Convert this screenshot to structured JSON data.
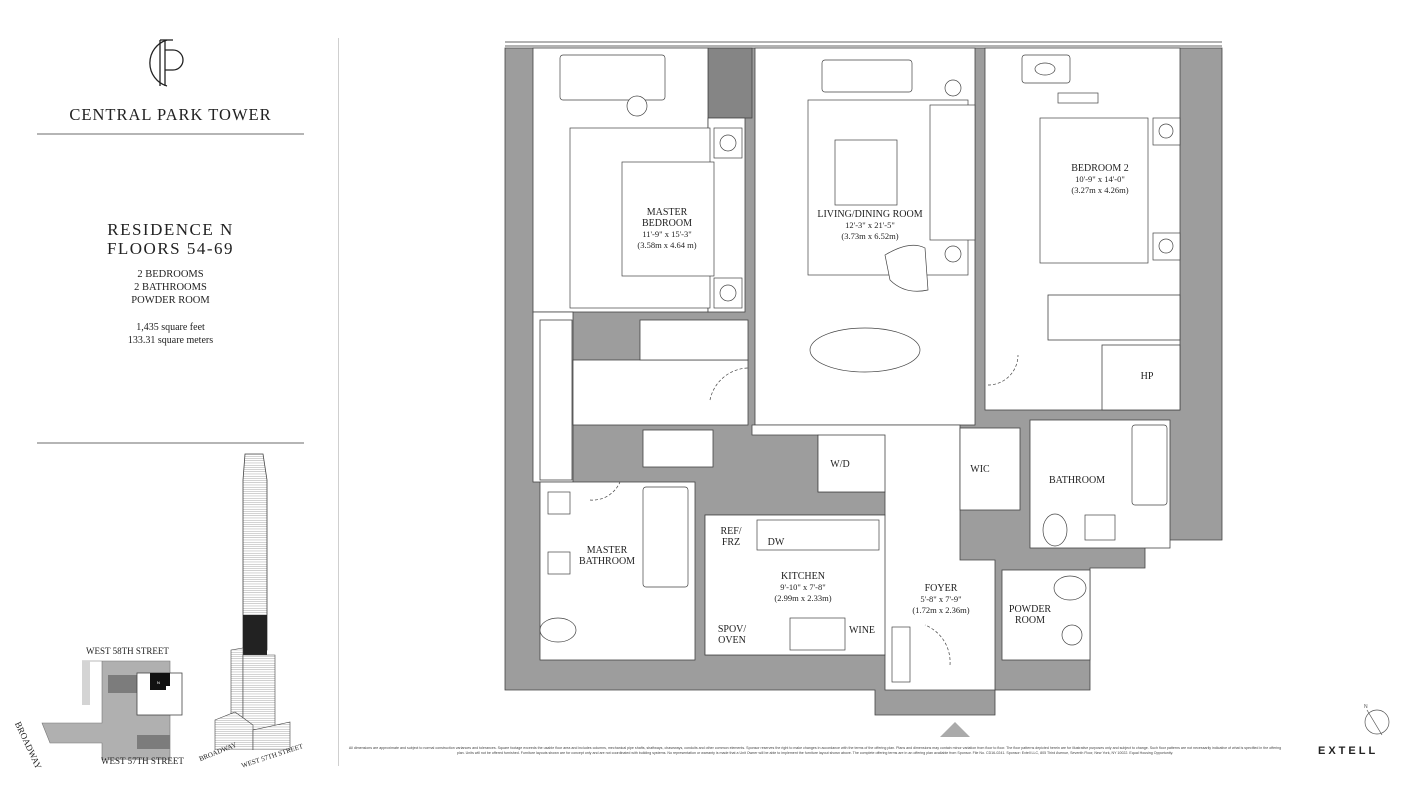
{
  "brand": {
    "name": "CENTRAL PARK TOWER",
    "logo_icon": "cpt-monogram"
  },
  "residence": {
    "title": "RESIDENCE N",
    "floors": "FLOORS 54-69",
    "rooms": [
      "2 BEDROOMS",
      "2 BATHROOMS",
      "POWDER ROOM"
    ],
    "area_sqft": "1,435 square feet",
    "area_sqm": "133.31 square meters"
  },
  "site_map": {
    "streets": {
      "north": "WEST 58TH STREET",
      "south": "WEST 57TH STREET",
      "west": "BROADWAY"
    },
    "unit_marker": "N"
  },
  "tower": {
    "street_broadway": "BROADWAY",
    "street_57": "WEST 57TH STREET"
  },
  "colors": {
    "wall": "#9d9d9d",
    "dark_wall": "#7a7a7a",
    "highlight": "#1a1a1a"
  },
  "plan": {
    "rooms": [
      {
        "name": "MASTER BEDROOM",
        "dims": "11'-9\" x 15'-3\"",
        "dims_m": "(3.58m x 4.64 m)"
      },
      {
        "name": "LIVING/DINING ROOM",
        "dims": "12'-3\" x 21'-5\"",
        "dims_m": "(3.73m x 6.52m)"
      },
      {
        "name": "BEDROOM 2",
        "dims": "10'-9\" x 14'-0\"",
        "dims_m": "(3.27m x 4.26m)"
      },
      {
        "name": "KITCHEN",
        "dims": "9'-10\" x 7'-8\"",
        "dims_m": "(2.99m x 2.33m)"
      },
      {
        "name": "FOYER",
        "dims": "5'-8\" x 7'-9\"",
        "dims_m": "(1.72m x 2.36m)"
      }
    ],
    "labels": {
      "master_bath_1": "MASTER",
      "master_bath_2": "BATHROOM",
      "bathroom": "BATHROOM",
      "powder_1": "POWDER",
      "powder_2": "ROOM",
      "wic": "WIC",
      "wd": "W/D",
      "hp": "HP",
      "ref_1": "REF/",
      "ref_2": "FRZ",
      "dw": "DW",
      "spov_1": "SPOV/",
      "spov_2": "OVEN",
      "wine": "WINE"
    }
  },
  "footer": {
    "disclaimer": "All dimensions are approximate and subject to normal construction variances and tolerances. Square footage exceeds the usable floor area and includes columns, mechanical pipe shafts, shaftways, chaseways, conduits and other common elements. Sponsor reserves the right to make changes in accordance with the terms of the offering plan. Plans and dimensions may contain minor variation from floor to floor. The floor patterns depicted herein are for illustrative purposes only and subject to change. Such floor patterns are not necessarily indicative of what is specified in the offering plan. Units will not be offered furnished. Furniture layouts shown are for concept only and are not coordinated with building systems. No representation or warranty is made that a Unit Owner will be able to implement the furniture layout shown above. The complete offering terms are in an offering plan available from Sponsor. File No. CD16-0241. Sponsor: Extell LLC, 805 Third Avenue, Seventh Floor, New York, NY 10022. Equal Housing Opportunity.",
    "developer": "EXTELL",
    "north_arrow": "N"
  }
}
